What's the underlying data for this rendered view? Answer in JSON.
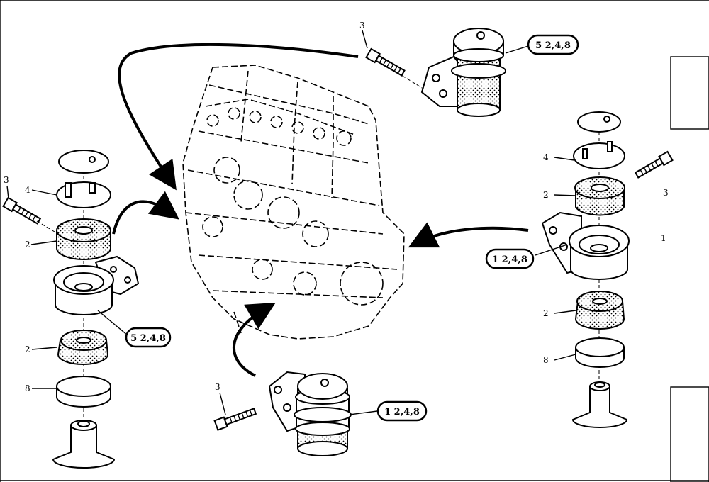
{
  "diagram": {
    "labels": {
      "top_bolt_3": "3",
      "left_3": "3",
      "left_4": "4",
      "left_2a": "2",
      "left_2b": "2",
      "left_8": "8",
      "right_4": "4",
      "right_2a": "2",
      "right_3": "3",
      "right_1": "1",
      "right_2b": "2",
      "right_8": "8",
      "bottom_3": "3"
    },
    "callouts": {
      "top": "5 2,4,8",
      "left": "5 2,4,8",
      "right": "1 2,4,8",
      "bottom": "1 2,4,8"
    }
  }
}
